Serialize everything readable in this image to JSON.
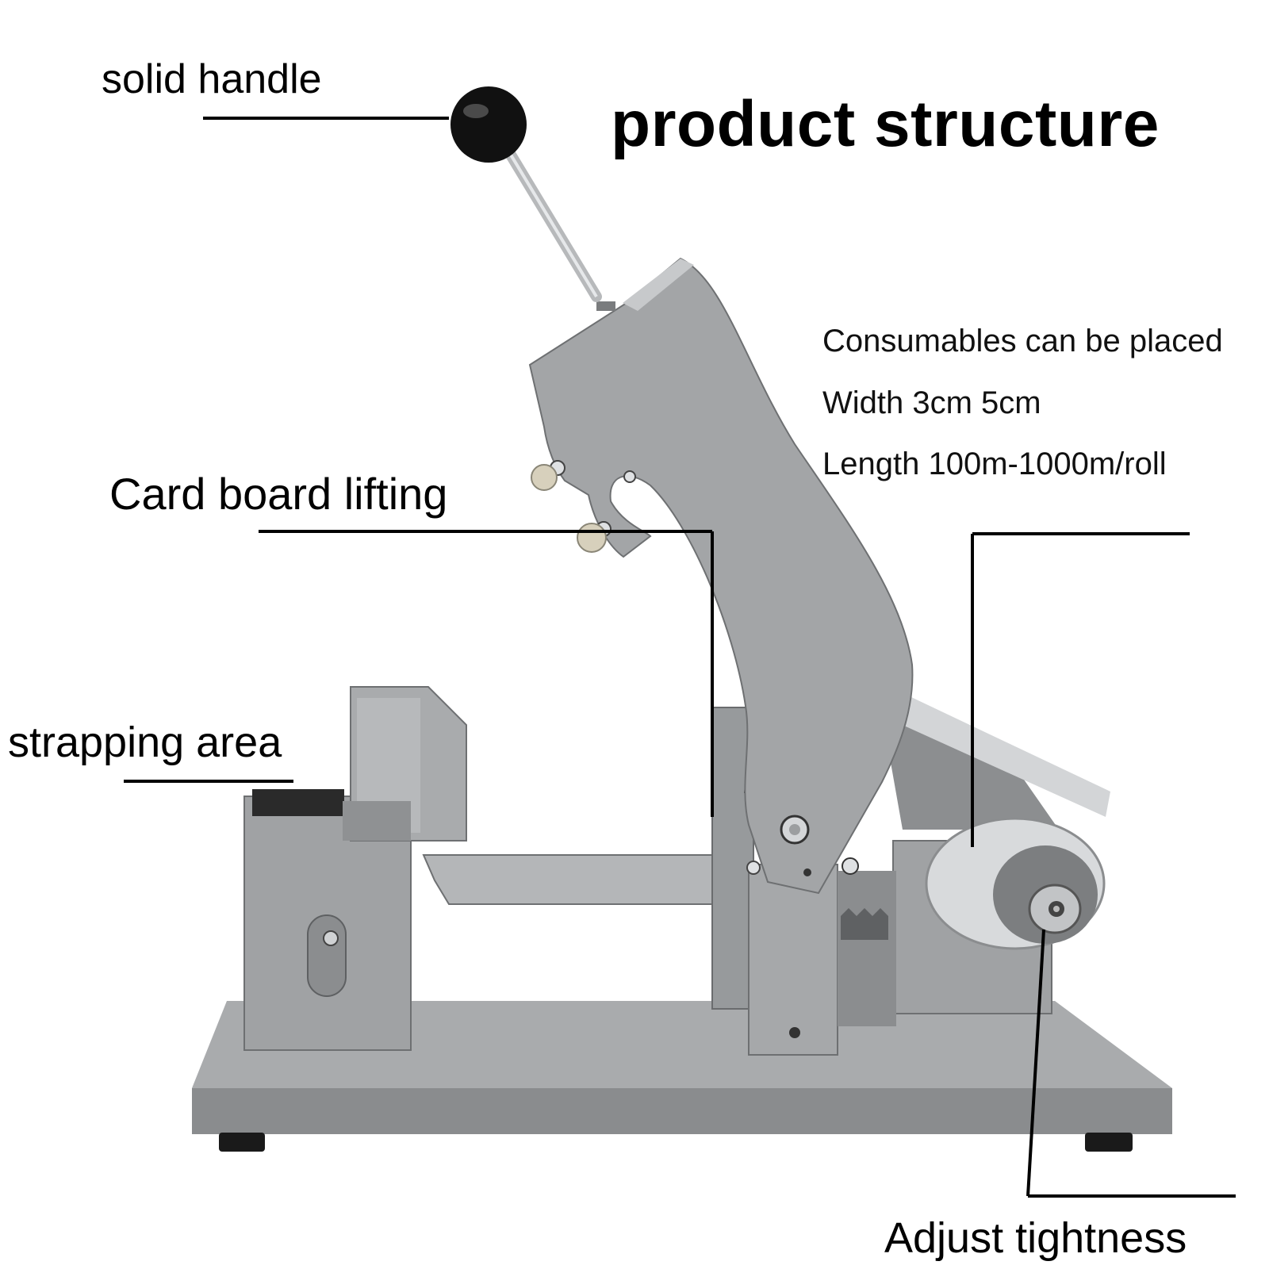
{
  "title": "product structure",
  "callouts": {
    "solid_handle": "solid handle",
    "card_board_lifting": "Card board lifting",
    "strapping_area": "strapping area",
    "adjust_tightness": "Adjust tightness"
  },
  "specs": {
    "line1": "Consumables can be placed",
    "line2": "Width 3cm 5cm",
    "line3": "Length 100m-1000m/roll"
  },
  "colors": {
    "machine_body": "#9ea0a2",
    "machine_shadow": "#7d7f81",
    "machine_light": "#c3c5c7",
    "handle_knob": "#111111",
    "label_text": "#000000"
  }
}
